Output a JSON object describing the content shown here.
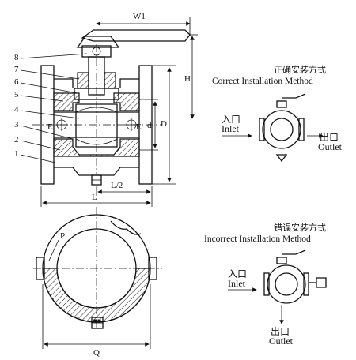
{
  "part_numbers": [
    "1",
    "2",
    "3",
    "4",
    "5",
    "6",
    "7",
    "8"
  ],
  "dimensions": {
    "w1": "W1",
    "h": "H",
    "d_small": "d",
    "d_large": "D",
    "e_left": "E",
    "e_right": "E",
    "l_half": "L/2",
    "l": "L",
    "p": "P",
    "q": "Q"
  },
  "correct": {
    "title_cn": "正确安装方式",
    "title_en": "Correct Installation Method",
    "inlet_cn": "入口",
    "inlet_en": "Inlet",
    "outlet_cn": "出口",
    "outlet_en": "Outlet"
  },
  "incorrect": {
    "title_cn": "错误安装方式",
    "title_en": "Incorrect Installation Method",
    "inlet_cn": "入口",
    "inlet_en": "Inlet",
    "outlet_cn": "出口",
    "outlet_en": "Outlet"
  }
}
